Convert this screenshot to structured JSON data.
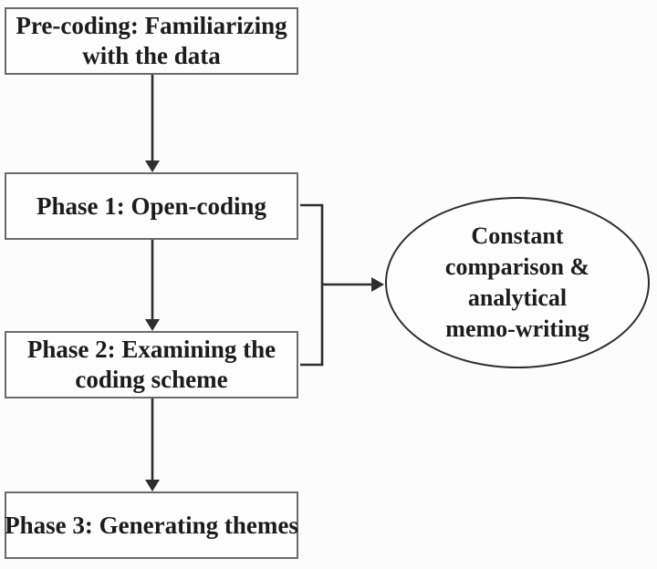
{
  "colors": {
    "bg": "#fcfcfc",
    "box_border": "#6b6b6b",
    "box_bg": "#fdfdfd",
    "line_color": "#2e2e2e",
    "text_color": "#1c1c1c"
  },
  "flowchart": {
    "boxes": [
      {
        "id": "pre-coding",
        "lines": [
          "Pre-coding: Familiarizing",
          "with the data"
        ]
      },
      {
        "id": "phase-1",
        "lines": [
          "Phase 1: Open-coding"
        ]
      },
      {
        "id": "phase-2",
        "lines": [
          "Phase 2: Examining the",
          "coding scheme"
        ]
      },
      {
        "id": "phase-3",
        "lines": [
          "Phase 3: Generating themes"
        ]
      }
    ],
    "ellipse": {
      "id": "constant-comparison",
      "lines": [
        "Constant",
        "comparison &",
        "analytical",
        "memo-writing"
      ]
    }
  }
}
